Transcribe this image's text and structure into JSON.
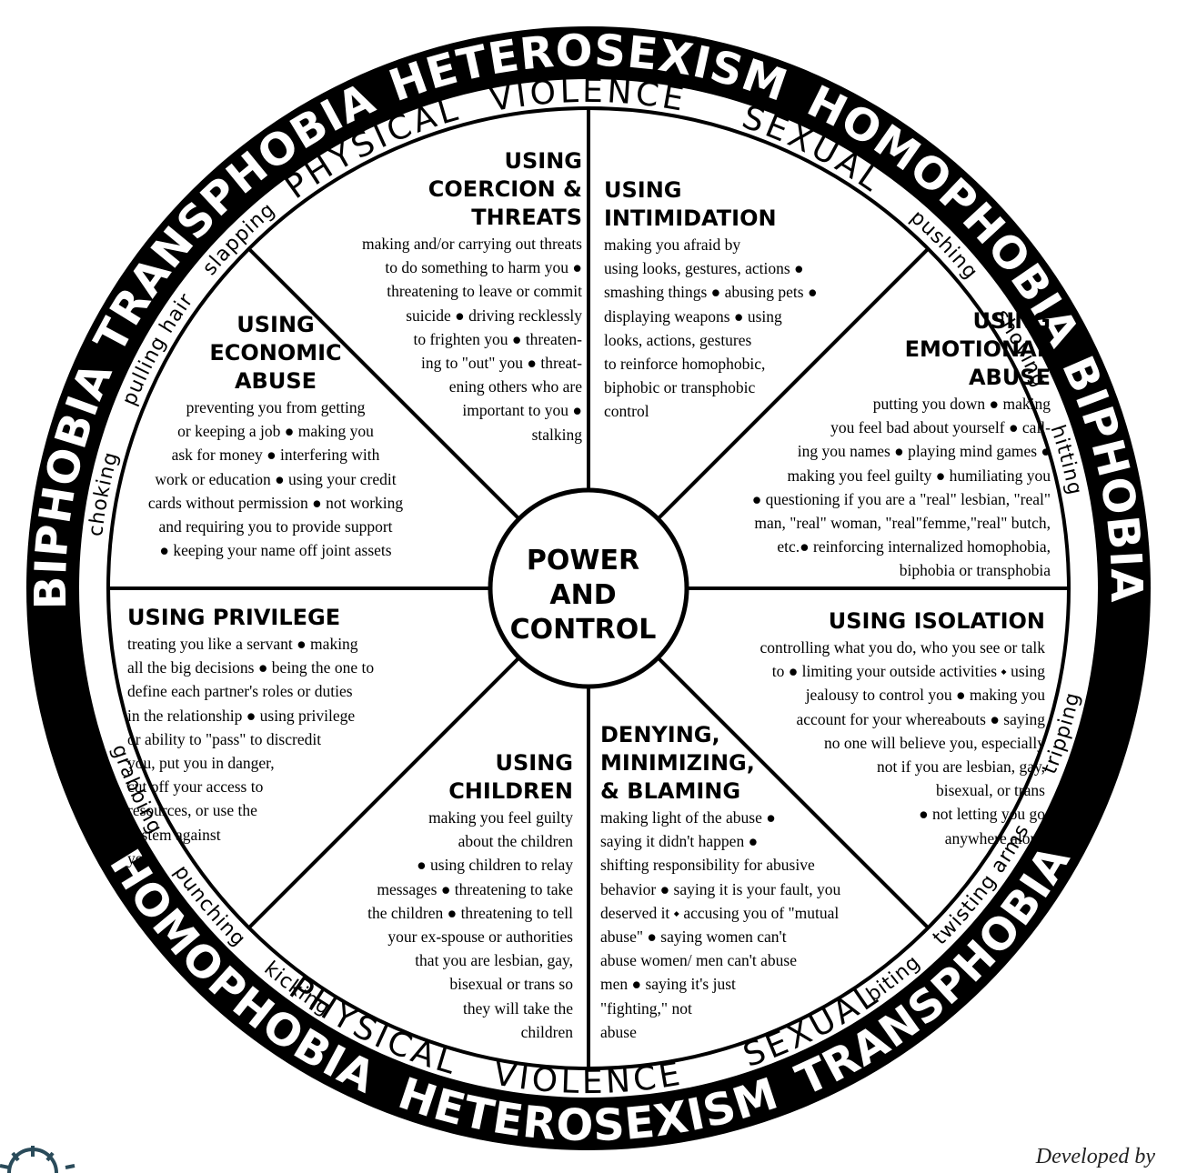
{
  "outer_ring": {
    "top": "HETEROSEXISM",
    "bottom": "HETEROSEXISM",
    "left_top": "BIPHOBIA TRANSPHOBIA",
    "left_bottom": "HOMOPHOBIA",
    "right_top": "HOMOPHOBIA BIPHOBIA",
    "right_bottom": "TRANSPHOBIA"
  },
  "violence_ring": {
    "top_left": "PHYSICAL",
    "top_center": "VIOLENCE",
    "top_right": "SEXUAL",
    "bottom_left": "PHYSICAL",
    "bottom_center": "VIOLENCE",
    "bottom_right": "SEXUAL"
  },
  "violent_acts": {
    "slapping": "slapping",
    "pulling_hair": "pulling hair",
    "choking": "choking",
    "grabbing": "grabbing",
    "punching": "punching",
    "kicking": "kicking",
    "pushing": "pushing",
    "shoving": "shoving",
    "hitting": "hitting",
    "tripping": "tripping",
    "twisting_arms": "twisting arms",
    "biting": "biting"
  },
  "center": {
    "line1": "POWER",
    "line2": "AND",
    "line3": "CONTROL"
  },
  "tactics": {
    "coercion": {
      "title": [
        "USING",
        "COERCION &",
        "THREATS"
      ],
      "lines": [
        "making and/or carrying out threats",
        "to do something to harm you ●",
        "threatening to leave or commit",
        "suicide ● driving recklessly",
        "to frighten you ● threaten-",
        "ing to \"out\" you ● threat-",
        "ening others who are",
        "important to you ●",
        "stalking"
      ]
    },
    "intimidation": {
      "title": [
        "USING",
        "INTIMIDATION"
      ],
      "lines": [
        "making you afraid by",
        "using looks, gestures, actions ●",
        "smashing things ● abusing pets ●",
        "displaying weapons ● using",
        "looks, actions, gestures",
        "to reinforce homophobic,",
        "biphobic or transphobic",
        "control"
      ]
    },
    "emotional": {
      "title": [
        "USING",
        "EMOTIONAL",
        "ABUSE"
      ],
      "lines": [
        "putting you down ● making",
        "you feel bad about yourself ● call-",
        "ing  you names ● playing mind games ●",
        "making you feel guilty ● humiliating you",
        "● questioning if you are a  \"real\" lesbian, \"real\"",
        "man, \"real\" woman, \"real\"femme,\"real\" butch,",
        "etc.● reinforcing internalized homophobia,",
        "biphobia or transphobia"
      ]
    },
    "economic": {
      "title": [
        "USING",
        "ECONOMIC",
        "ABUSE"
      ],
      "lines": [
        "preventing you from getting",
        "or keeping a job ● making you",
        "ask for money ● interfering with",
        "work or education ● using your credit",
        "cards without permission ● not working",
        "and requiring you to provide support",
        "● keeping your name off joint assets"
      ]
    },
    "privilege": {
      "title": [
        "USING PRIVILEGE"
      ],
      "lines": [
        "treating you like a servant ● making",
        "all the big decisions ● being the one to",
        "define each partner's roles or duties",
        "in the relationship ● using privilege",
        "or ability to \"pass\" to discredit",
        "you, put you in danger,",
        "cut off your access to",
        "resources, or use the",
        "system against",
        "you"
      ]
    },
    "isolation": {
      "title": [
        "USING ISOLATION"
      ],
      "lines": [
        "controlling what you do, who you see  or talk",
        "to ● limiting your outside activities ⬩ using",
        "jealousy to control you ● making you",
        "account for your whereabouts ● saying",
        "no one will believe you, especially",
        "not if you are lesbian, gay,",
        "bisexual,  or  trans",
        "● not letting you go",
        "anywhere alone"
      ]
    },
    "children": {
      "title": [
        "USING",
        "CHILDREN"
      ],
      "lines": [
        "making you feel guilty",
        "about the children",
        "● using children to relay",
        "messages ● threatening to take",
        "the children ● threatening to tell",
        "your ex-spouse or authorities",
        "that you are lesbian, gay,",
        "bisexual or trans so",
        "they will take the",
        "children"
      ]
    },
    "denying": {
      "title": [
        "DENYING,",
        "MINIMIZING,",
        "& BLAMING"
      ],
      "lines": [
        "making light of the abuse ●",
        "saying it didn't happen ●",
        "shifting responsibility for abusive",
        "behavior ● saying it is your fault, you",
        "deserved it ⬩ accusing you of \"mutual",
        "abuse\" ● saying women can't",
        "abuse women/ men can't abuse",
        "men ● saying it's just",
        "\"fighting,\" not",
        "abuse"
      ]
    }
  },
  "footer": {
    "credit": "Developed by"
  }
}
